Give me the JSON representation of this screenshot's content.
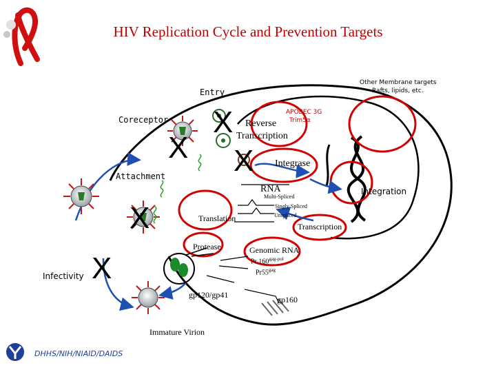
{
  "title": "HIV Replication Cycle and Prevention Targets",
  "labels": {
    "entry": "Entry",
    "coreceptor": "Coreceptor",
    "attachment": "Attachment",
    "infectivity": "Infectivity",
    "reverse_transcription_1": "Reverse",
    "reverse_transcription_2": "Transcription",
    "apobec_1": "APOBEC 3G",
    "apobec_2": "Trim5α",
    "integrase": "Integrase",
    "integration": "Integration",
    "rna": "RNA",
    "multi_spliced": "Multi-Spliced",
    "singly_spliced": "Singly Spliced",
    "unspliced": "Unspliced",
    "translation": "Translation",
    "transcription": "Transcription",
    "protease": "Protease",
    "genomic_rna": "Genomic RNA",
    "pr160": "Pr 160",
    "pr160_sup": "gag-pol",
    "pr55": "Pr55",
    "pr55_sup": "gag",
    "gp120_gp41": "gp120/gp41",
    "gp160": "gp160",
    "immature_virion": "Immature Virion",
    "other_membrane_1": "Other Membrane targets",
    "other_membrane_2": "Rafts, lipids, etc."
  },
  "block_marks": {
    "x_symbol": "X"
  },
  "footer": "DHHS/NIH/NIAID/DAIDS",
  "colors": {
    "title": "#c00000",
    "target_circle": "#d40000",
    "arrow": "#1f4fb0",
    "virion_spike": "#c01818",
    "ribbon": "#d01010"
  }
}
